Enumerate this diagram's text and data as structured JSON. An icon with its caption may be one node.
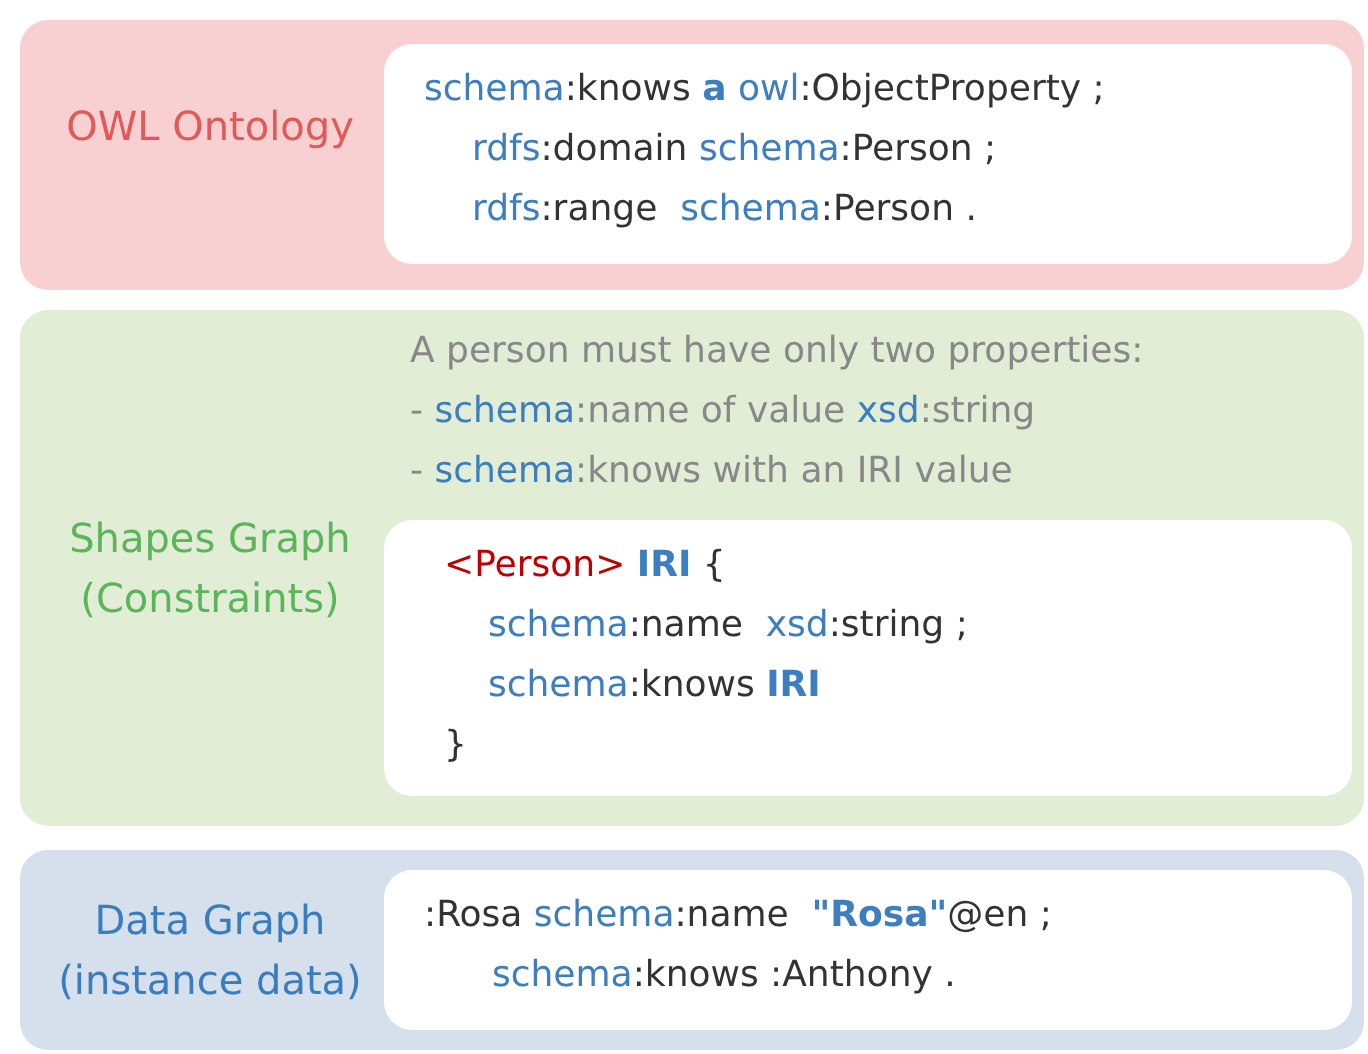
{
  "diagram": {
    "nodes": [
      {
        "text": [
          "OWL Ontology"
        ]
      },
      {
        "text": [
          "schema:knows **a** owl:ObjectProperty ;",
          "rdfs:domain schema:Person ;",
          "rdfs:range  schema:Person ."
        ],
        "in": 0
      },
      {
        "text": [
          "Shapes Graph (Constraints)",
          "A person must have only two properties:",
          "- schema:name of value xsd:string",
          "- schema:knows with an IRI value"
        ]
      },
      {
        "text": [
          "<Person> **IRI** {",
          "schema:name  xsd:string ;",
          "schema:knows **IRI**",
          "}"
        ],
        "in": 2
      },
      {
        "text": [
          "Data Graph (instance data)"
        ]
      },
      {
        "text": [
          ":Rosa schema:name  **\"Rosa\"**@en ;",
          "schema:knows :Anthony ."
        ],
        "in": 4
      }
    ]
  }
}
